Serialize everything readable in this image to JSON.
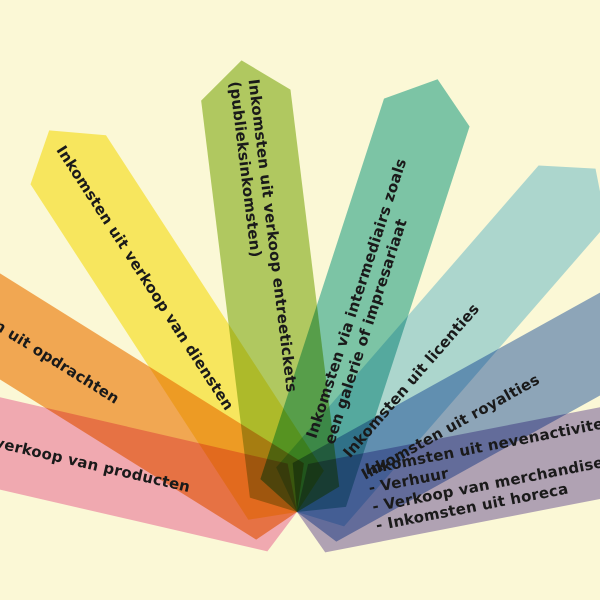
{
  "background": "#fbf8d6",
  "rays": [
    {
      "id": "producten",
      "angle": 193,
      "color": "#f2a3cc",
      "lines": [
        "Inkomsten uit verkoop van producten"
      ]
    },
    {
      "id": "opdrachten",
      "angle": 212,
      "color": "#f4a04c",
      "lines": [
        "Inkomsten uit opdrachten"
      ]
    },
    {
      "id": "diensten",
      "angle": 237,
      "color": "#fbeb5c",
      "lines": [
        "Inkomsten uit verkoop van diensten"
      ]
    },
    {
      "id": "entreetickets",
      "angle": 263,
      "color": "#a9c75f",
      "lines": [
        "Inkomsten uit verkoop entreetickets",
        "(publieksinkomsten)"
      ]
    },
    {
      "id": "intermediairs",
      "angle": 288,
      "color": "#6cc3bd",
      "lines": [
        "Inkomsten via intermediairs zoals",
        "een galerie of impresariaat"
      ]
    },
    {
      "id": "licenties",
      "angle": 311,
      "color": "#a4d7f4",
      "lines": [
        "Inkomsten uit licenties"
      ]
    },
    {
      "id": "royalties",
      "angle": 331,
      "color": "#7f9ed6",
      "lines": [
        "Inkomsten uit royalties"
      ]
    },
    {
      "id": "nevenactiviteiten",
      "angle": 349,
      "color": "#a99bd0",
      "lines": [
        "Inkomsten uit nevenactiviteiten:",
        "- Verhuur",
        "- Verkoop van merchandise",
        "- Inkomsten uit horeca"
      ]
    }
  ]
}
